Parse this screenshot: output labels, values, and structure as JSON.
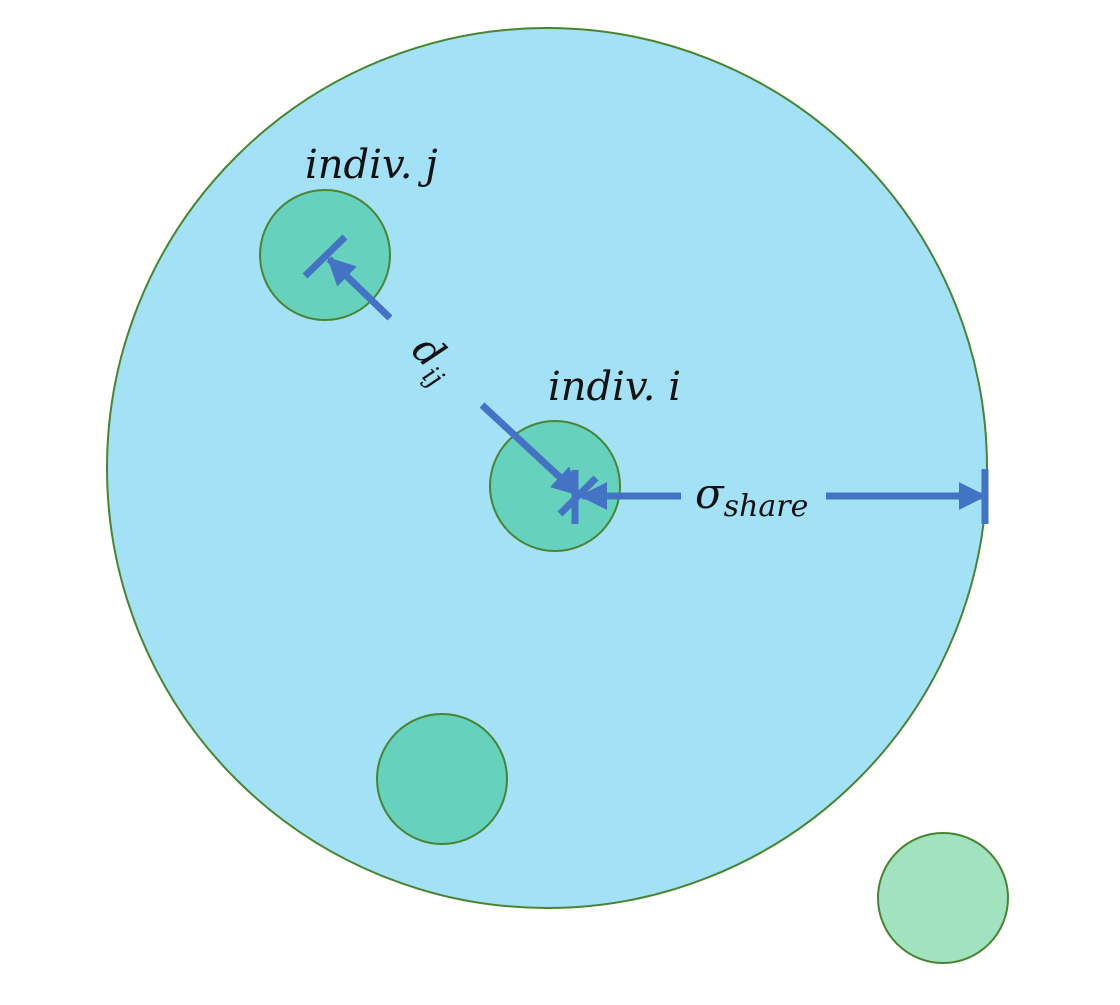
{
  "labels": {
    "indiv_j": "indiv. j",
    "indiv_i": "indiv. i",
    "distance_symbol": "d",
    "distance_subscript": "ij",
    "sigma_symbol": "σ",
    "sigma_subscript": "share"
  },
  "colors": {
    "sharing_region_fill": "#a2e1f6",
    "outline_green": "#4a8430",
    "individual_inside_fill": "#66d1bd",
    "individual_outside_fill": "#a1e2bf",
    "arrow_blue": "#4472c4",
    "text": "#111111"
  }
}
